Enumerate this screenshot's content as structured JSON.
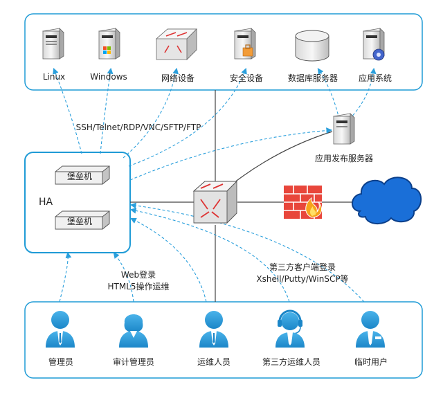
{
  "targets": [
    {
      "key": "linux",
      "label": "Linux"
    },
    {
      "key": "windows",
      "label": "Windows"
    },
    {
      "key": "network",
      "label": "网络设备"
    },
    {
      "key": "security",
      "label": "安全设备"
    },
    {
      "key": "database",
      "label": "数据库服务器"
    },
    {
      "key": "app",
      "label": "应用系统"
    }
  ],
  "protocols": "SSH/Telnet/RDP/VNC/SFTP/FTP",
  "app_publish_server": "应用发布服务器",
  "ha": {
    "label": "HA",
    "node1": "堡垒机",
    "node2": "堡垒机"
  },
  "web_access": {
    "line1": "Web登录",
    "line2": "HTML5操作运维"
  },
  "client_access": {
    "line1": "第三方客户端登录",
    "line2": "Xshell/Putty/WinSCP等"
  },
  "users": [
    {
      "key": "admin",
      "label": "管理员"
    },
    {
      "key": "auditor",
      "label": "审计管理员"
    },
    {
      "key": "operator",
      "label": "运维人员"
    },
    {
      "key": "third_party",
      "label": "第三方运维人员"
    },
    {
      "key": "temp",
      "label": "临时用户"
    }
  ],
  "colors": {
    "accent": "#1f9bd6",
    "dash": "#2a9fdc",
    "line": "#444444",
    "cloud": "#1a6fd8",
    "firewall": "#e8463b"
  }
}
